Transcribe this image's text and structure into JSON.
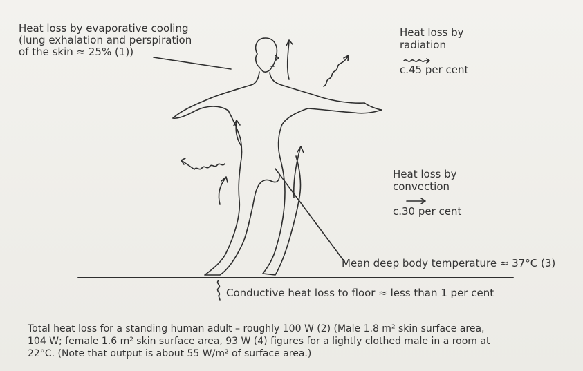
{
  "labels": {
    "evaporative": {
      "line1": "Heat loss by evaporative cooling",
      "line2": "(lung exhalation and perspiration",
      "line3": "of the skin ≈ 25% (1))"
    },
    "radiation": {
      "line1": "Heat loss by",
      "line2": "radiation",
      "symbol": "(〰→)",
      "percent": "c.45 per cent"
    },
    "convection": {
      "line1": "Heat loss by",
      "line2": "convection",
      "symbol": "(⟶)",
      "percent": "c.30 per cent"
    },
    "deep_body": "Mean deep body temperature ≈ 37°C (3)",
    "conduction": "Conductive heat loss to floor ≈ less than 1 per cent"
  },
  "footnote": {
    "line1": "Total heat loss for a standing human adult – roughly 100 W (2) (Male 1.8 m² skin surface area,",
    "line2": "104 W; female 1.6 m² skin surface area, 93 W (4) figures for a lightly clothed male in a room at",
    "line3": "22°C. (Note that output is about 55 W/m² of surface area.)"
  },
  "icons": [
    "human-figure",
    "convection-arrow-icon",
    "radiation-wavy-arrow-icon",
    "conduction-squiggle-icon",
    "floor-line"
  ]
}
